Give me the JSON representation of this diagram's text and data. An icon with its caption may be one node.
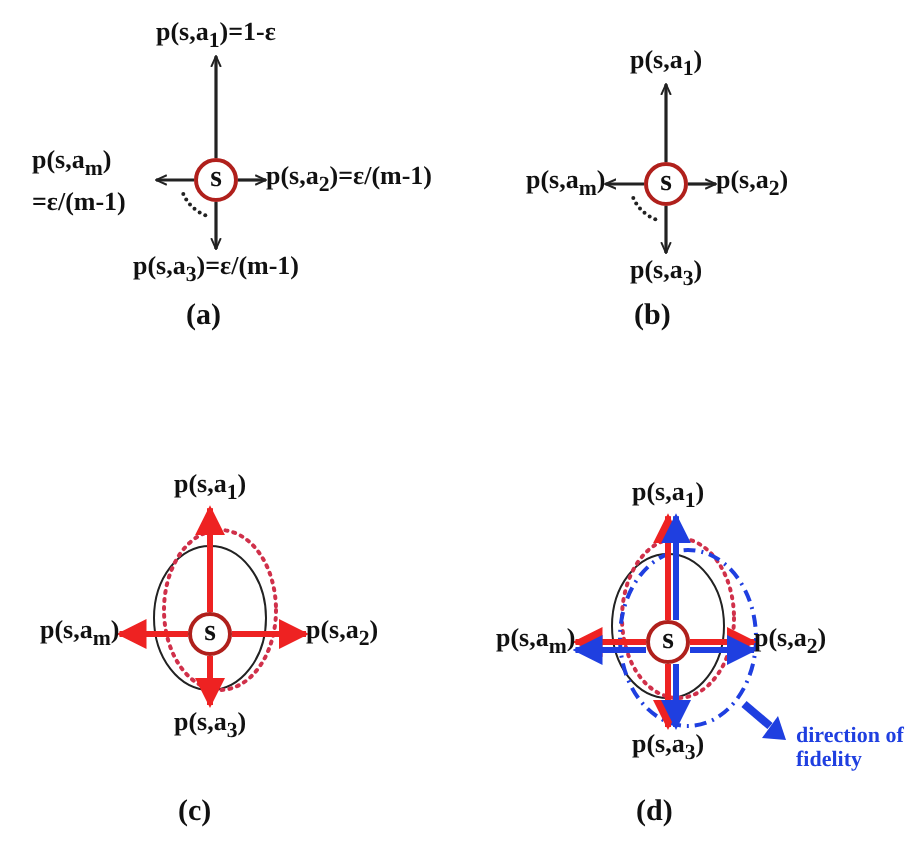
{
  "diagram": {
    "nodes": [
      {
        "text": [
          "s"
        ]
      },
      {
        "text": [
          "p(s,a$_{1}$)=1-ε"
        ]
      },
      {
        "text": [
          "p(s,a$_{2}$)=ε/(m-1)"
        ]
      },
      {
        "text": [
          "p(s,a$_{3}$)=ε/(m-1)"
        ]
      },
      {
        "text": [
          "p(s,a$_{m}$) =ε/(m-1)"
        ]
      },
      {
        "text": [
          "s"
        ]
      },
      {
        "text": [
          "p(s,a$_{1}$)"
        ]
      },
      {
        "text": [
          "p(s,a$_{2}$)"
        ]
      },
      {
        "text": [
          "p(s,a$_{3}$)"
        ]
      },
      {
        "text": [
          "p(s,a$_{m}$)"
        ]
      },
      {
        "text": [
          "s"
        ]
      },
      {
        "text": [
          "p(s,a$_{1}$)"
        ]
      },
      {
        "text": [
          "p(s,a$_{2}$)"
        ]
      },
      {
        "text": [
          "p(s,a$_{3}$)"
        ]
      },
      {
        "text": [
          "p(s,a$_{m}$)"
        ]
      },
      {
        "text": [
          "s"
        ]
      },
      {
        "text": [
          "p(s,a$_{1}$)"
        ]
      },
      {
        "text": [
          "p(s,a$_{2}$)"
        ]
      },
      {
        "text": [
          "p(s,a$_{3}$)"
        ]
      },
      {
        "text": [
          "p(s,a$_{m}$)"
        ]
      }
    ],
    "edges": [
      {
        "from": 0,
        "to": 1,
        "arrow": "to"
      },
      {
        "from": 0,
        "to": 2,
        "arrow": "to"
      },
      {
        "from": 0,
        "to": 3,
        "arrow": "to"
      },
      {
        "from": 0,
        "to": 4,
        "arrow": "to"
      },
      {
        "from": 5,
        "to": 6,
        "arrow": "to"
      },
      {
        "from": 5,
        "to": 7,
        "arrow": "to"
      },
      {
        "from": 5,
        "to": 8,
        "arrow": "to"
      },
      {
        "from": 5,
        "to": 9,
        "arrow": "to"
      },
      {
        "from": 10,
        "to": 11,
        "arrow": "to",
        "color": "#ee2222"
      },
      {
        "from": 10,
        "to": 12,
        "arrow": "to",
        "color": "#ee2222"
      },
      {
        "from": 10,
        "to": 13,
        "arrow": "to",
        "color": "#ee2222"
      },
      {
        "from": 10,
        "to": 14,
        "arrow": "to",
        "color": "#ee2222"
      },
      {
        "from": 15,
        "to": 16,
        "arrow": "to",
        "color": "#ee2222"
      },
      {
        "from": 15,
        "to": 17,
        "arrow": "to",
        "color": "#ee2222"
      },
      {
        "from": 15,
        "to": 18,
        "arrow": "to",
        "color": "#ee2222"
      },
      {
        "from": 15,
        "to": 19,
        "arrow": "to",
        "color": "#ee2222"
      },
      {
        "from": 15,
        "to": 16,
        "arrow": "to",
        "color": "#1f3fe0"
      },
      {
        "from": 15,
        "to": 17,
        "arrow": "to",
        "color": "#1f3fe0"
      },
      {
        "from": 15,
        "to": 18,
        "arrow": "to",
        "color": "#1f3fe0"
      },
      {
        "from": 15,
        "to": 19,
        "arrow": "to",
        "color": "#1f3fe0"
      }
    ],
    "labels": [
      "(a)",
      "(b)",
      "direction of fidelity",
      "(c)",
      "(d)"
    ]
  }
}
